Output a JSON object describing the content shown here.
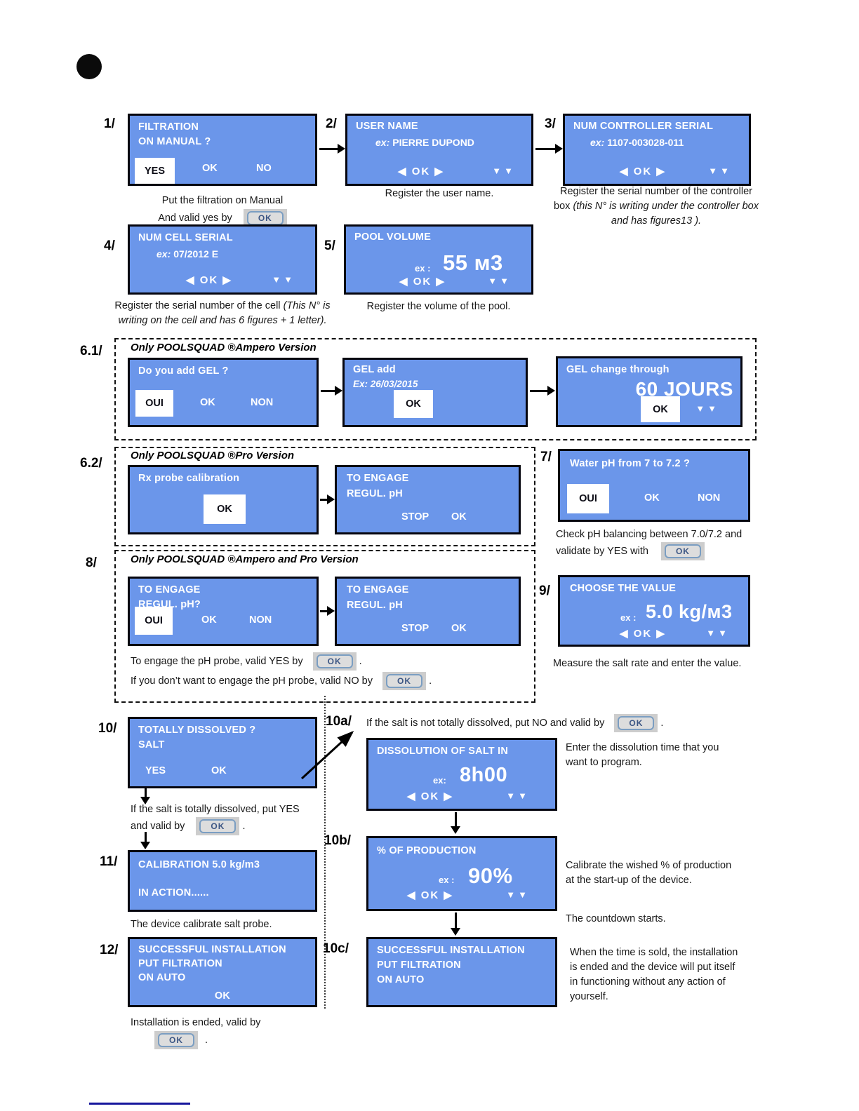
{
  "colors": {
    "screen_blue": "#6b96ea",
    "footer_line": "#16169c"
  },
  "s1": {
    "label": "1/",
    "title1": "FILTRATION",
    "title2": "ON MANUAL ?",
    "yes": "YES",
    "ok": "OK",
    "no": "NO",
    "cap1": "Put the filtration on Manual",
    "cap2": "And valid yes by",
    "okbtn": "OK"
  },
  "s2": {
    "label": "2/",
    "title": "USER NAME",
    "ex_label": "ex:",
    "ex_value": "PIERRE DUPOND",
    "nav": "◀ OK ▶",
    "down": "▼▼",
    "cap": "Register the user name."
  },
  "s3": {
    "label": "3/",
    "title": "NUM CONTROLLER SERIAL",
    "ex_label": "ex:",
    "ex_value": "1107-003028-011",
    "nav": "◀ OK ▶",
    "down": "▼▼",
    "cap_normal": "Register the serial number of the controller box ",
    "cap_italic": "(this N° is writing under the controller box and has figures13 )."
  },
  "s4": {
    "label": "4/",
    "title": "NUM CELL SERIAL",
    "ex_label": "ex:",
    "ex_value": "07/2012 E",
    "nav": "◀ OK ▶",
    "down": "▼▼",
    "cap_normal": "Register the serial number of the cell ",
    "cap_italic": "(This N° is writing on the cell and has 6 figures + 1 letter)."
  },
  "s5": {
    "label": "5/",
    "title": "POOL VOLUME",
    "ex_label": "ex :",
    "value": "55 м3",
    "nav": "◀ OK ▶",
    "down": "▼▼",
    "cap": "Register the volume of the pool."
  },
  "g61": {
    "label": "6.1/",
    "title": "Only POOLSQUAD ®Ampero Version"
  },
  "s61a": {
    "title": "Do you add GEL ?",
    "oui": "OUI",
    "ok": "OK",
    "non": "NON"
  },
  "s61b": {
    "title": "GEL add",
    "example": "Ex: 26/03/2015",
    "ok": "OK"
  },
  "s61c": {
    "title": "GEL change through",
    "value": "60 JOURS",
    "ok": "OK",
    "down": "▼▼"
  },
  "g62": {
    "label": "6.2/",
    "title": "Only POOLSQUAD ®Pro Version"
  },
  "s62a": {
    "title": "Rx probe calibration",
    "ok": "OK"
  },
  "s62b": {
    "title1": "TO ENGAGE",
    "title2": "REGUL. pH",
    "stop": "STOP",
    "ok": "OK"
  },
  "s7": {
    "label": "7/",
    "title": "Water pH  from 7 to 7.2 ?",
    "oui": "OUI",
    "ok": "OK",
    "non": "NON",
    "cap1": "Check pH balancing  between 7.0/7.2 and",
    "cap2": "validate by YES with",
    "okbtn": "OK"
  },
  "g8": {
    "label": "8/",
    "title": "Only POOLSQUAD ®Ampero and Pro Version",
    "cap1": "To engage the pH probe, valid YES by",
    "cap1_end": ".",
    "cap2": "If you don’t want to engage the pH probe, valid NO by",
    "cap2_end": ".",
    "okbtn": "OK"
  },
  "s8a": {
    "title1": "TO ENGAGE",
    "title2": "REGUL. pH?",
    "oui": "OUI",
    "ok": "OK",
    "non": "NON"
  },
  "s8b": {
    "title1": "TO ENGAGE",
    "title2": "REGUL. pH",
    "stop": "STOP",
    "ok": "OK"
  },
  "s9": {
    "label": "9/",
    "title": "CHOOSE THE VALUE",
    "ex_label": "ex :",
    "value": "5.0 kg/м3",
    "nav": "◀ OK ▶",
    "down": "▼▼",
    "cap": "Measure the salt rate and enter the value."
  },
  "s10": {
    "label": "10/",
    "title1": "TOTALLY DISSOLVED ?",
    "title2": "SALT",
    "yes": "YES",
    "ok": "OK",
    "cap1": "If the salt is totally dissolved, put YES",
    "cap2": "and valid by",
    "okbtn": "OK",
    "cap2_end": "."
  },
  "s10a": {
    "label": "10a/",
    "intro": "If the salt is not totally dissolved, put NO and valid by",
    "intro_end": ".",
    "okbtn": "OK",
    "title": "DISSOLUTION OF SALT IN",
    "ex_label": "ex:",
    "value": "8h00",
    "nav": "◀ OK ▶",
    "down": "▼▼",
    "side1": "Enter the dissolution time that you",
    "side2": "want to program."
  },
  "s10b": {
    "label": "10b/",
    "title": "% OF PRODUCTION",
    "ex_label": "ex :",
    "value": "90%",
    "nav": "◀ OK ▶",
    "down": "▼▼",
    "side1": "Calibrate the wished % of production",
    "side2": "at the start-up of the device.",
    "side3": "The countdown starts."
  },
  "s10c": {
    "label": "10c/",
    "title1": "SUCCESSFUL INSTALLATION",
    "title2": "PUT FILTRATION",
    "title3": "ON AUTO",
    "side1": "When the time is sold, the installation",
    "side2": "is ended and the device will put itself",
    "side3": "in functioning without any action of",
    "side4": "yourself."
  },
  "s11": {
    "label": "11/",
    "title1": "CALIBRATION 5.0 kg/m3",
    "title2": "IN ACTION......",
    "cap": "The device calibrate salt probe."
  },
  "s12": {
    "label": "12/",
    "title1": "SUCCESSFUL INSTALLATION",
    "title2": "PUT FILTRATION",
    "title3": "ON AUTO",
    "ok": "OK",
    "cap": "Installation is ended, valid by",
    "okbtn": "OK",
    "cap_end": "."
  }
}
